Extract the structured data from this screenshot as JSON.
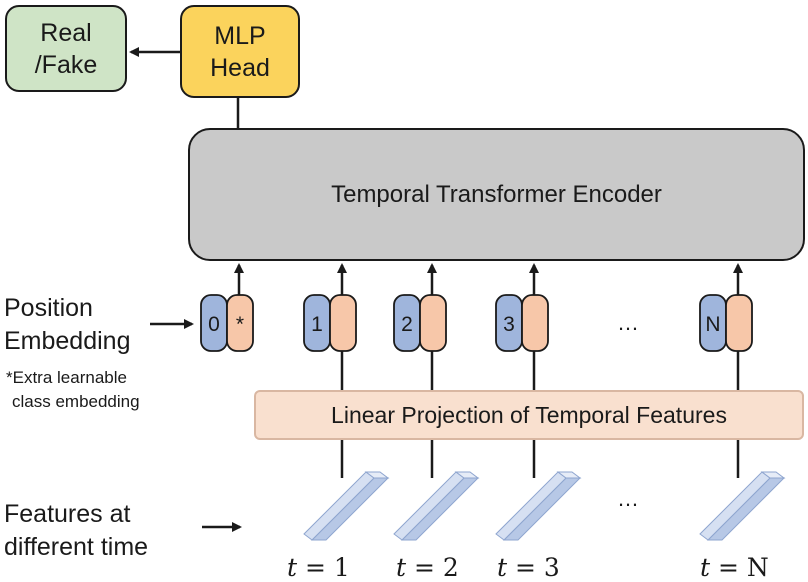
{
  "real_fake": {
    "line1": "Real",
    "line2": "/Fake"
  },
  "mlp_head": {
    "line1": "MLP",
    "line2": "Head"
  },
  "encoder": {
    "label": "Temporal Transformer Encoder"
  },
  "linear_projection": {
    "label": "Linear Projection of Temporal Features"
  },
  "position_embedding": {
    "line1": "Position",
    "line2": "Embedding"
  },
  "extra_note": {
    "line1": "*Extra learnable",
    "line2": "class embedding"
  },
  "features_label": {
    "line1": "Features at",
    "line2": "different time"
  },
  "tokens": [
    "0",
    "1",
    "2",
    "3",
    "N"
  ],
  "class_marker": "*",
  "ellipsis": "…",
  "time_labels": [
    {
      "var": "t",
      "rest": " = 1"
    },
    {
      "var": "t",
      "rest": " = 2"
    },
    {
      "var": "t",
      "rest": " = 3"
    },
    {
      "var": "t",
      "rest": " = N"
    }
  ],
  "colors": {
    "real_fake_fill": "#cfe4c6",
    "mlp_fill": "#fbd35c",
    "encoder_fill": "#c9c9c9",
    "projection_fill": "#f9e0cf",
    "position_blue": "#9fb5dc",
    "patch_orange": "#f7c7a9",
    "feature_cuboid": "#b7c8e6"
  }
}
